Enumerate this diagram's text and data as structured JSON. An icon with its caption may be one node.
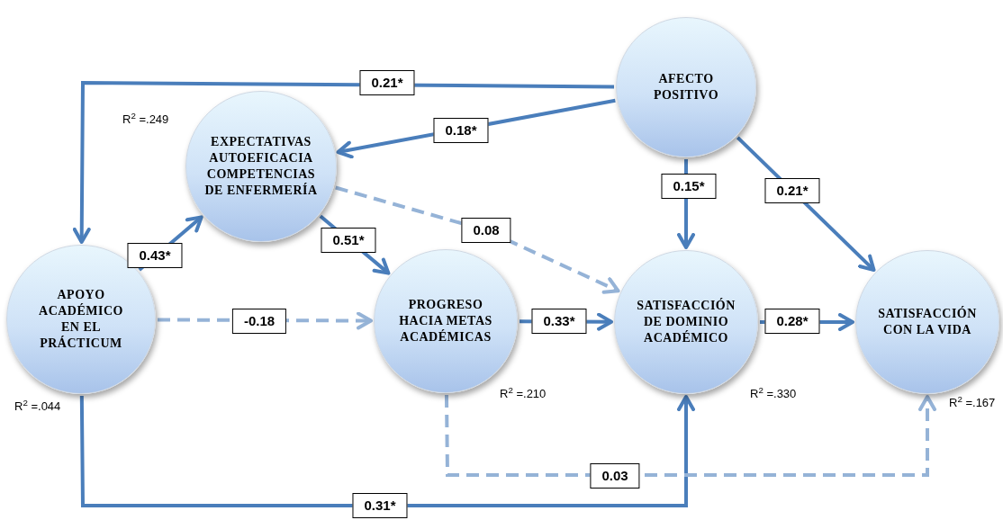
{
  "diagram": {
    "nodes": [
      {
        "text": [
          "AFECTO POSITIVO"
        ]
      },
      {
        "text": [
          "EXPECTATIVAS AUTOEFICACIA COMPETENCIAS DE ENFERMERÍA"
        ],
        "beside": [
          "R$^{2}$ =.249"
        ]
      },
      {
        "text": [
          "APOYO ACADÉMICO EN EL PRÁCTICUM"
        ],
        "beside": [
          "R$^{2}$ =.044"
        ]
      },
      {
        "text": [
          "PROGRESO HACIA METAS ACADÉMICAS"
        ],
        "beside": [
          "R$^{2}$ =.210"
        ]
      },
      {
        "text": [
          "SATISFACCIÓN DE DOMINIO ACADÉMICO"
        ],
        "beside": [
          "R$^{2}$ =.330"
        ]
      },
      {
        "text": [
          "SATISFACCIÓN CON LA VIDA"
        ],
        "beside": [
          "R$^{2}$ =.167"
        ]
      }
    ],
    "edges": [
      {
        "from": 0,
        "to": 2,
        "arrow": "to",
        "label": "0.21*"
      },
      {
        "from": 0,
        "to": 1,
        "arrow": "to",
        "label": "0.18*"
      },
      {
        "from": 0,
        "to": 4,
        "arrow": "to",
        "label": "0.15*"
      },
      {
        "from": 0,
        "to": 5,
        "arrow": "to",
        "label": "0.21*"
      },
      {
        "from": 2,
        "to": 1,
        "arrow": "to",
        "label": "0.43*"
      },
      {
        "from": 1,
        "to": 3,
        "arrow": "to",
        "label": "0.51*"
      },
      {
        "from": 1,
        "to": 4,
        "arrow": "to",
        "label": "0.08",
        "style": "dashed",
        "color": "#95b3d7"
      },
      {
        "from": 2,
        "to": 3,
        "arrow": "to",
        "label": "-0.18",
        "style": "dashed",
        "color": "#95b3d7"
      },
      {
        "from": 3,
        "to": 4,
        "arrow": "to",
        "label": "0.33*"
      },
      {
        "from": 4,
        "to": 5,
        "arrow": "to",
        "label": "0.28*"
      },
      {
        "from": 2,
        "to": 4,
        "arrow": "to",
        "label": "0.31*"
      },
      {
        "from": 3,
        "to": 5,
        "arrow": "to",
        "label": "0.03",
        "style": "dashed",
        "color": "#95b3d7"
      }
    ]
  }
}
